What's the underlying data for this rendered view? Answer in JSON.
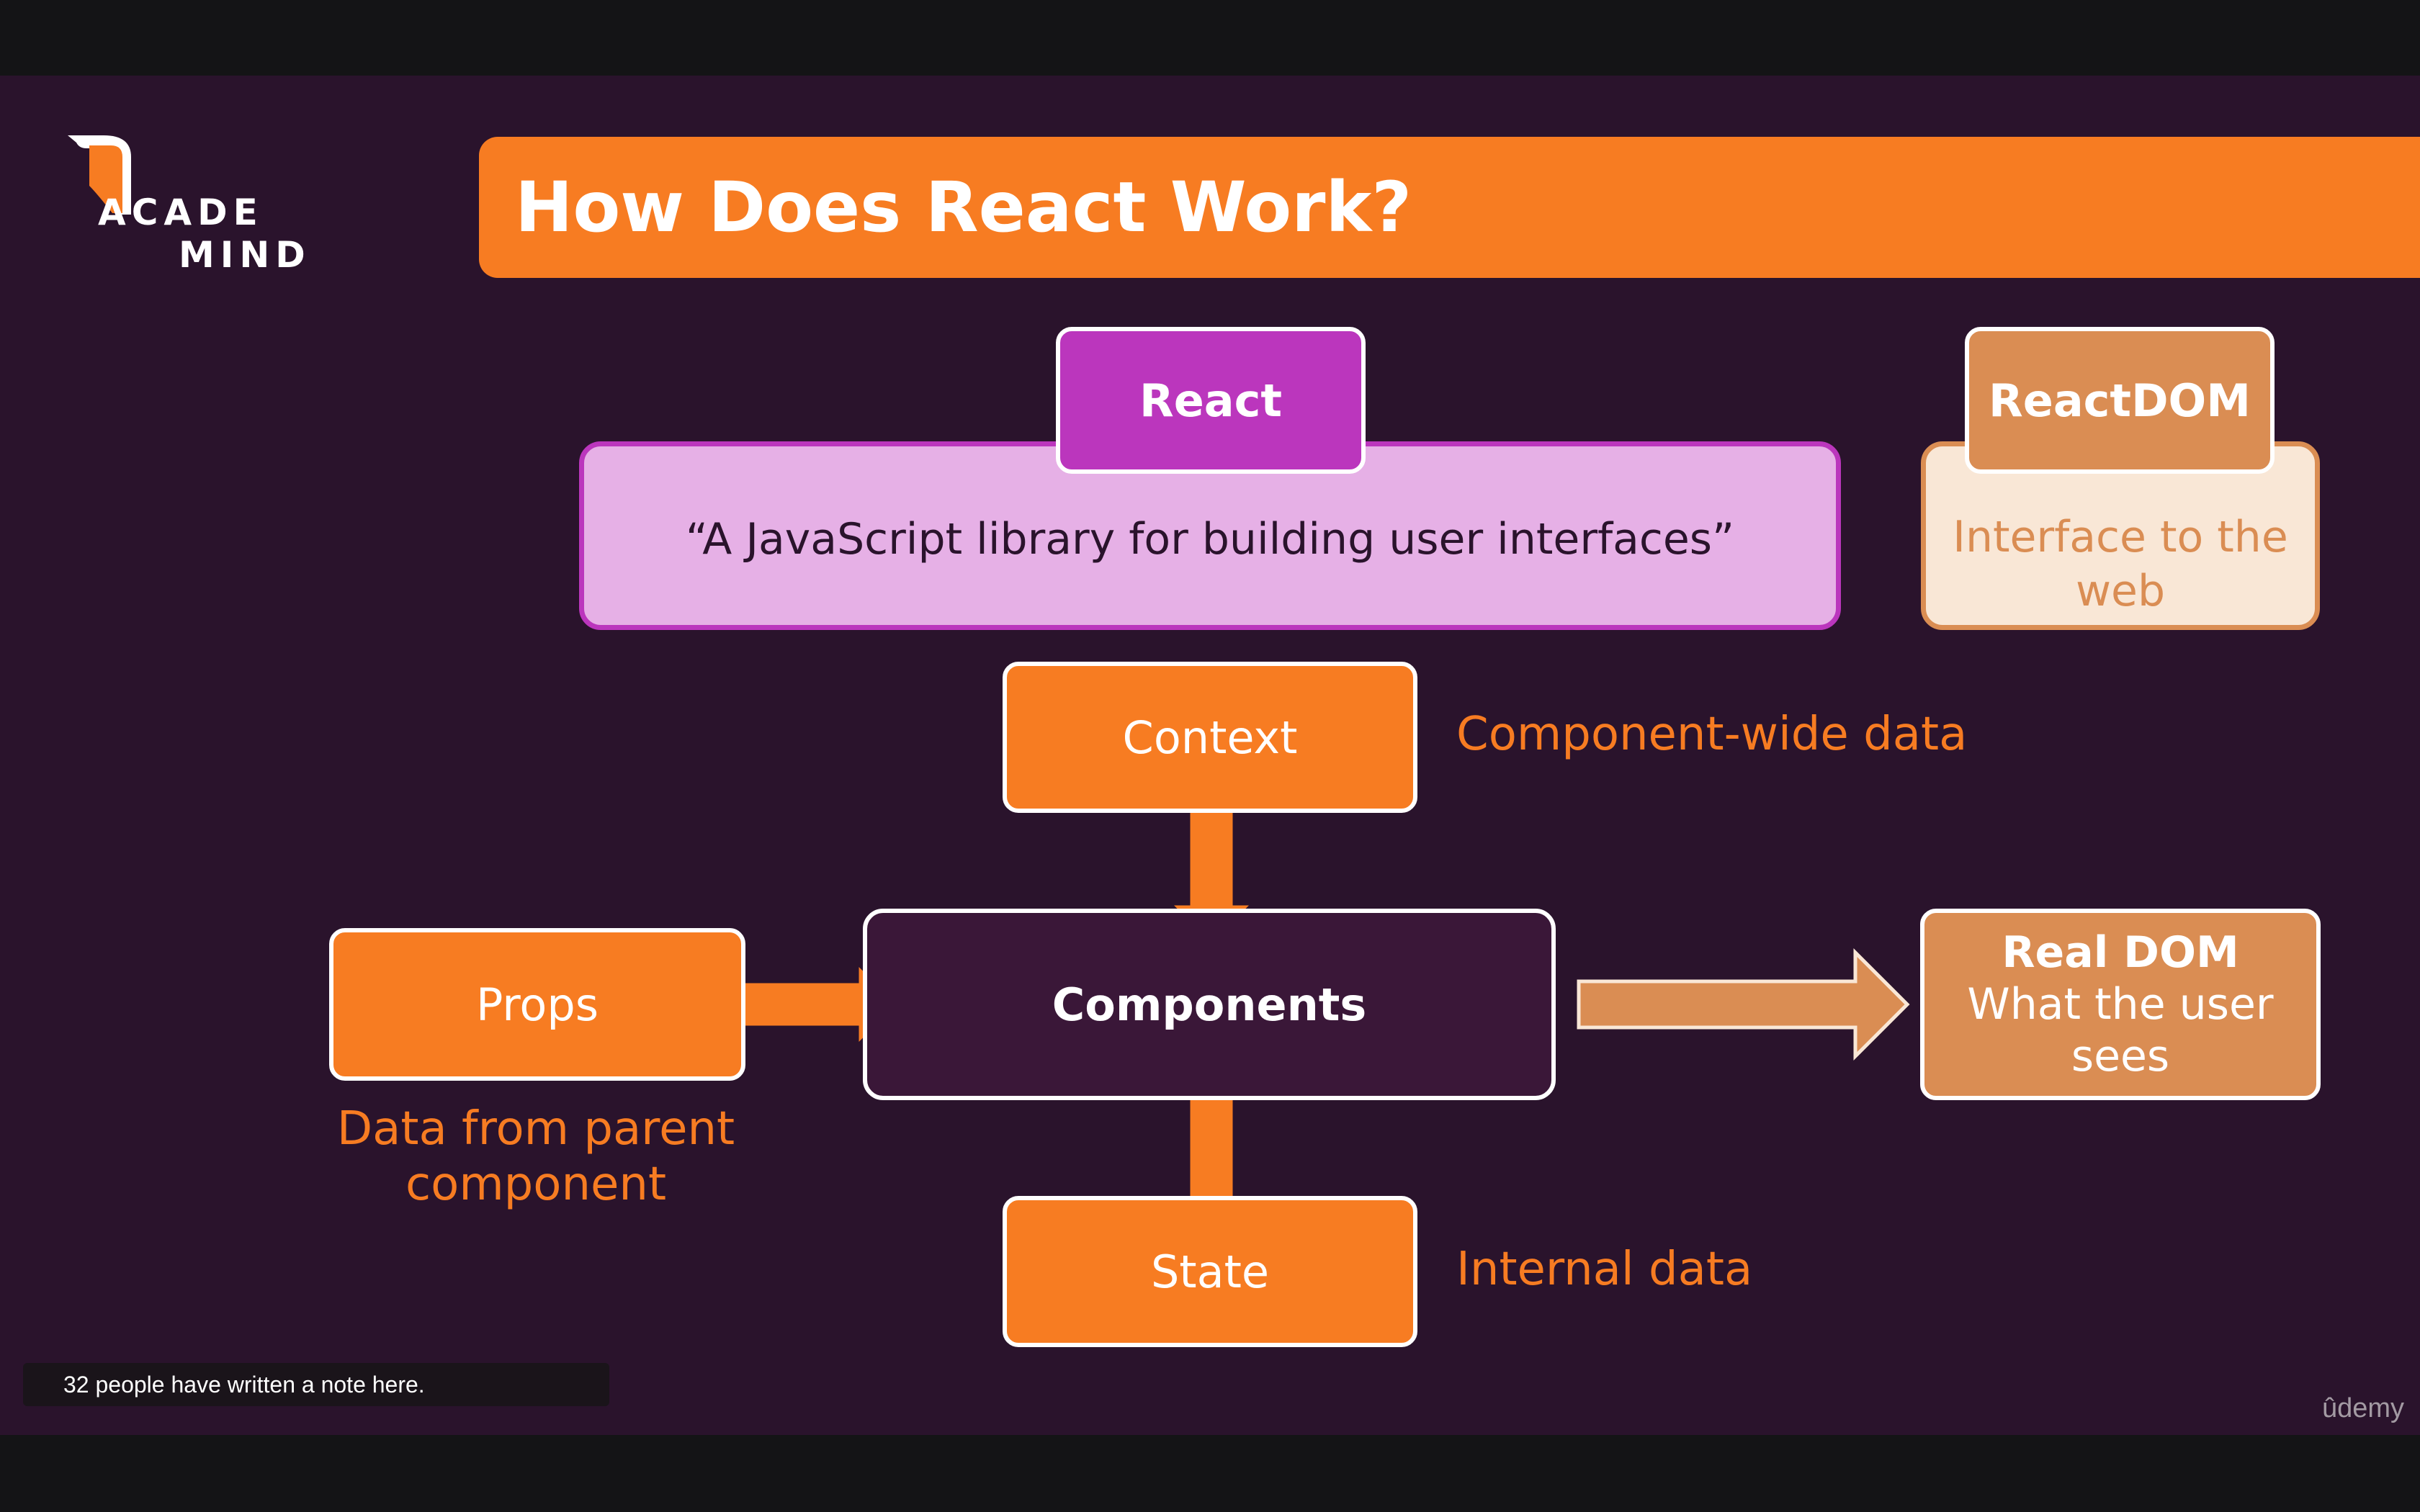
{
  "logo": {
    "line1": "ACADE",
    "line2": "MIND"
  },
  "slide": {
    "title": "How Does React Work?"
  },
  "react": {
    "header": "React",
    "tagline": "“A JavaScript library for building user interfaces”"
  },
  "reactdom": {
    "header": "ReactDOM",
    "description": "Interface to the web"
  },
  "context": {
    "label": "Context",
    "note": "Component-wide data"
  },
  "props": {
    "label": "Props",
    "note": "Data from parent component"
  },
  "components": {
    "label": "Components"
  },
  "state": {
    "label": "State",
    "note": "Internal data"
  },
  "real_dom": {
    "title": "Real DOM",
    "subtitle": "What the user sees"
  },
  "notes_bar": {
    "text": "32 people have written a note here."
  },
  "branding": {
    "provider": "ûdemy"
  },
  "colors": {
    "background": "#2a132c",
    "accent_orange": "#f77c22",
    "react_purple": "#bb36bd",
    "react_light": "#e6b0e6",
    "tan": "#da8d53",
    "cream": "#f9e7d6",
    "components_fill": "#3a1738"
  }
}
